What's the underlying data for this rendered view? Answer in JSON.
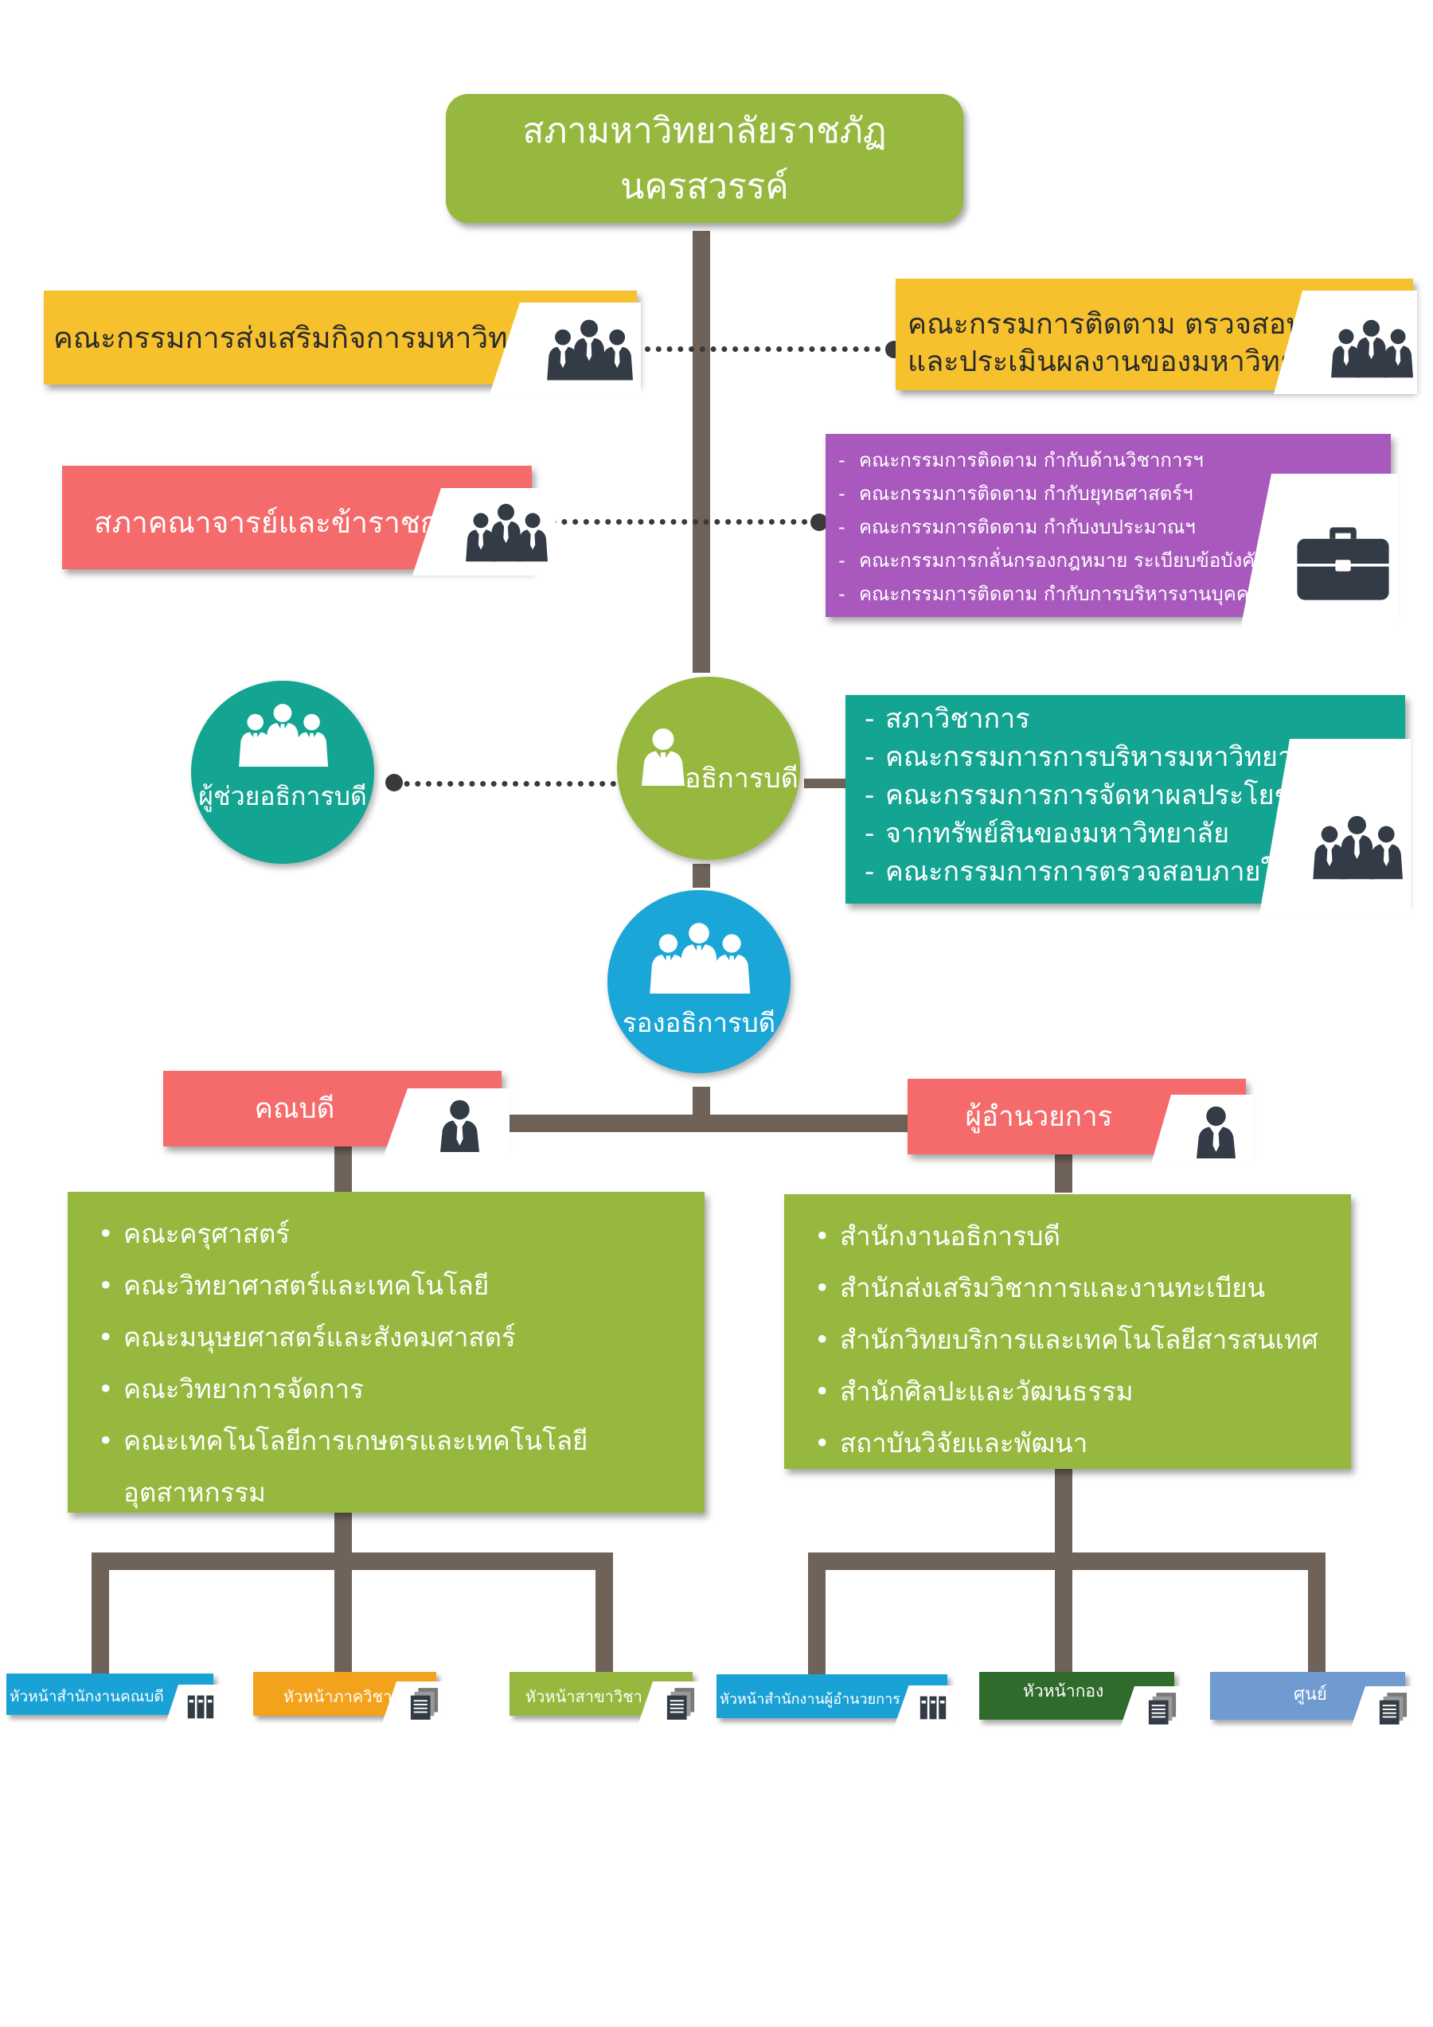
{
  "top": {
    "title": "สภามหาวิทยาลัยราชภัฏนครสวรรค์"
  },
  "left_committee_1": {
    "label": "คณะกรรมการส่งเสริมกิจการมหาวิทยาลัย",
    "icon": "people-group-icon"
  },
  "right_committee_1": {
    "line1": "คณะกรรมการติดตาม ตรวจสอบ",
    "line2": "และประเมินผลงานของมหาวิทยาลัย",
    "icon": "people-group-icon"
  },
  "left_committee_2": {
    "label": "สภาคณาจารย์และข้าราชการ",
    "icon": "people-group-icon"
  },
  "purple_box": {
    "items": [
      "คณะกรรมการติดตาม กำกับด้านวิชาการฯ",
      "คณะกรรมการติดตาม กำกับยุทธศาสตร์ฯ",
      "คณะกรรมการติดตาม กำกับงบประมาณฯ",
      "คณะกรรมการกลั่นกรองกฎหมาย ระเบียบข้อบังคับ",
      "คณะกรรมการติดตาม กำกับการบริหารงานบุคคลฯ"
    ],
    "icon": "briefcase-icon"
  },
  "assistant": {
    "label": "ผู้ช่วยอธิการบดี",
    "icon": "people-group-icon"
  },
  "president": {
    "label": "อธิการบดี",
    "icon": "person-icon"
  },
  "teal_box": {
    "items": [
      "สภาวิชาการ",
      "คณะกรรมการการบริหารมหาวิทยาลัย",
      "คณะกรรมการการจัดหาผลประโยชน์",
      "คณะกรรมการการตรวจสอบภายใน"
    ],
    "continuation": "จากทรัพย์สินของมหาวิทยาลัย",
    "icon": "people-group-icon"
  },
  "vice_president": {
    "label": "รองอธิการบดี",
    "icon": "people-group-icon"
  },
  "dean": {
    "label": "คณบดี",
    "icon": "person-icon"
  },
  "director": {
    "label": "ผู้อำนวยการ",
    "icon": "person-icon"
  },
  "faculties": [
    "คณะครุศาสตร์",
    "คณะวิทยาศาสตร์และเทคโนโลยี",
    "คณะมนุษยศาสตร์และสังคมศาสตร์",
    "คณะวิทยาการจัดการ",
    "คณะเทคโนโลยีการเกษตรและเทคโนโลยีอุตสาหกรรม"
  ],
  "offices": [
    "สำนักงานอธิการบดี",
    "สำนักส่งเสริมวิชาการและงานทะเบียน",
    "สำนักวิทยบริการและเทคโนโลยีสารสนเทศ",
    "สำนักศิลปะและวัฒนธรรม",
    "สถาบันวิจัยและพัฒนา"
  ],
  "bottom_units": [
    {
      "label": "หัวหน้าสำนักงานคณบดี",
      "color": "#1aa2d6",
      "icon": "binders-icon"
    },
    {
      "label": "หัวหน้าภาควิชา",
      "color": "#f3a21b",
      "icon": "documents-icon"
    },
    {
      "label": "หัวหน้าสาขาวิชา",
      "color": "#96b83e",
      "icon": "documents-icon"
    },
    {
      "label": "หัวหน้าสำนักงานผู้อำนวยการ",
      "color": "#1aa2d6",
      "icon": "binders-icon"
    },
    {
      "label": "หัวหน้ากอง",
      "color": "#2f6b2a",
      "icon": "documents-icon"
    },
    {
      "label": "ศูนย์",
      "color": "#6f9bd1",
      "icon": "documents-icon"
    }
  ],
  "colors": {
    "green": "#96b83e",
    "yellow": "#f6c12d",
    "red": "#f56a6a",
    "purple": "#a958be",
    "teal": "#13a592",
    "blue": "#1aa7d8",
    "connector": "#6f6259"
  }
}
